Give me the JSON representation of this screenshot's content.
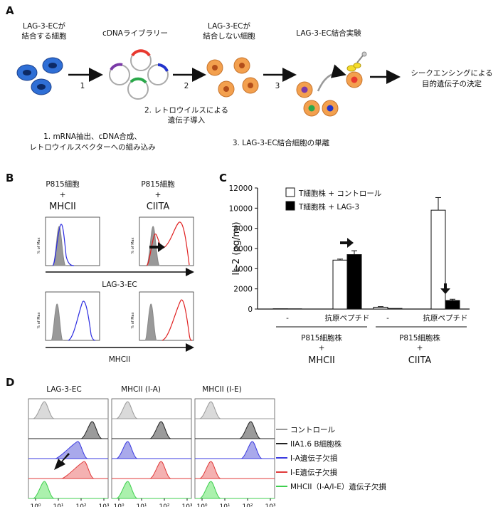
{
  "panel_a": {
    "letter": "A",
    "step1_title": [
      "LAG-3-ECが",
      "結合する細胞"
    ],
    "step2_title": "cDNAライブラリー",
    "step3_title": [
      "LAG-3-ECが",
      "結合しない細胞"
    ],
    "step4_title": "LAG-3-EC結合実験",
    "final_title": [
      "シークエンシングによる",
      "目的遺伝子の決定"
    ],
    "arrow_nums": [
      "1",
      "2",
      "3"
    ],
    "note2": [
      "2. レトロウイルスによる",
      "遺伝子導入"
    ],
    "note1": [
      "1. mRNA抽出、cDNA合成、",
      "レトロウイルスベクターへの組み込み"
    ],
    "note3": "3. LAG-3-EC結合細胞の単離",
    "colors": {
      "blue_cell": "#2f6fd6",
      "orange_cell": "#f3a04e",
      "plasmid_red": "#e8392f",
      "plasmid_purple": "#7b3aa8",
      "plasmid_blue": "#2233cc",
      "plasmid_green": "#2aa84a",
      "antibody_yellow": "#f4dc2a"
    }
  },
  "panel_b": {
    "letter": "B",
    "col1": {
      "line1": "P815細胞",
      "plus": "+",
      "line2": "MHCII",
      "color": "#2b2be0"
    },
    "col2": {
      "line1": "P815細胞",
      "plus": "+",
      "line2": "CIITA",
      "color": "#e02020"
    },
    "ylabel": "% of Max",
    "row1_xlabel": "LAG-3-EC",
    "row2_xlabel": "MHCII"
  },
  "panel_c": {
    "letter": "C",
    "legend": [
      "T細胞株 + コントロール",
      "T細胞株 + LAG-3"
    ],
    "chart_data": {
      "type": "bar",
      "ylabel": "IL-2 (pg/ml)",
      "ylim": [
        0,
        12000
      ],
      "yticks": [
        "0",
        "2000",
        "4000",
        "6000",
        "8000",
        "10000",
        "12000"
      ],
      "categories": [
        "-",
        "抗原ペプチド",
        "-",
        "抗原ペプチド"
      ],
      "groups": [
        {
          "line1": "P815細胞株",
          "plus": "+",
          "line2": "MHCII",
          "color": "#2b2be0"
        },
        {
          "line1": "P815細胞株",
          "plus": "+",
          "line2": "CIITA",
          "color": "#e02020"
        }
      ],
      "series": [
        {
          "name": "T細胞株 + コントロール",
          "values": [
            30,
            4850,
            180,
            9800
          ],
          "errors": [
            0,
            100,
            60,
            1250
          ],
          "fill": "#ffffff"
        },
        {
          "name": "T細胞株 + LAG-3",
          "values": [
            20,
            5400,
            60,
            850
          ],
          "errors": [
            0,
            380,
            0,
            120
          ],
          "fill": "#000000"
        }
      ],
      "annotations": [
        "arrow above 抗原ペプチド (MHCII) pointing right",
        "arrow above LAG-3 bar (CIITA) pointing down"
      ]
    }
  },
  "panel_d": {
    "letter": "D",
    "titles": [
      "LAG-3-EC",
      "MHCII (I-A)",
      "MHCII (I-E)"
    ],
    "xticks": [
      "10⁰",
      "10¹",
      "10²",
      "10³"
    ],
    "legend": [
      {
        "label": "コントロール",
        "color": "#999999"
      },
      {
        "label": "IIA1.6 B細胞株",
        "color": "#222222"
      },
      {
        "label": "I-A遺伝子欠損",
        "color": "#3a3ae0"
      },
      {
        "label": "I-E遺伝子欠損",
        "color": "#e03a3a"
      },
      {
        "label": "MHCII（I-A/I-E）遺伝子欠損",
        "color": "#3fcf4f"
      }
    ]
  }
}
